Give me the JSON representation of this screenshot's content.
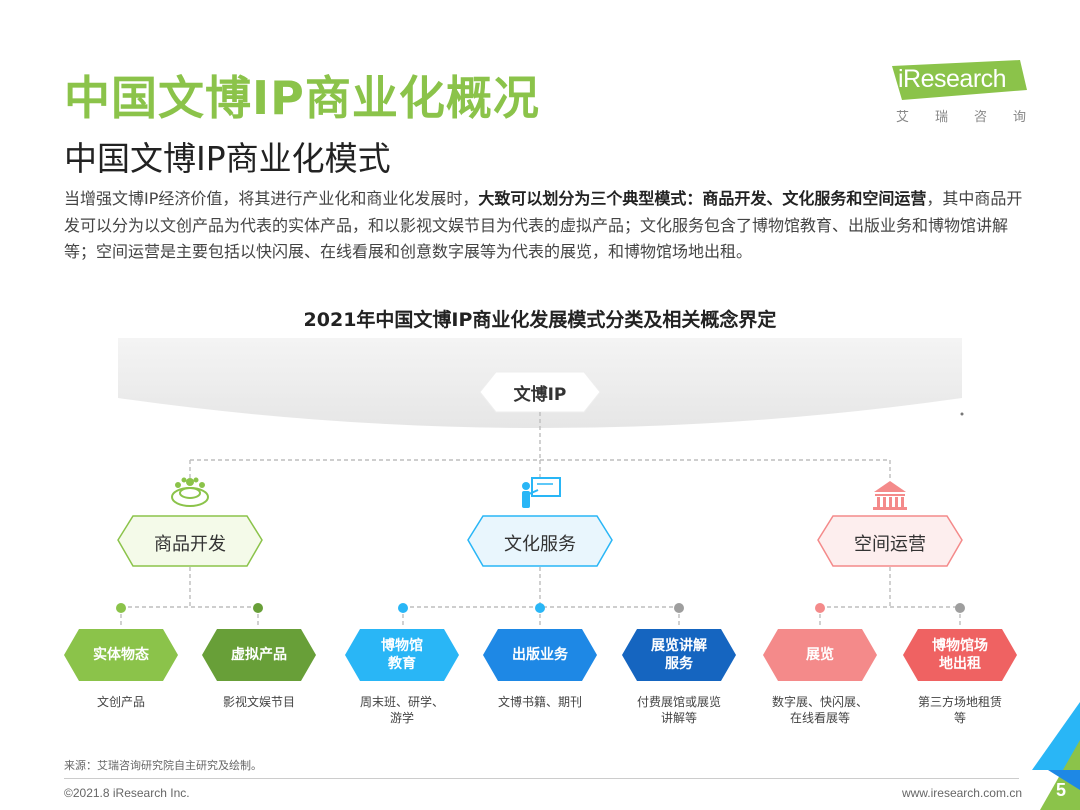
{
  "header": {
    "title": "中国文博IP商业化概况",
    "subtitle": "中国文博IP商业化模式"
  },
  "logo": {
    "text": "iResearch",
    "cn_chars": [
      "艾",
      "瑞",
      "咨",
      "询"
    ]
  },
  "intro": {
    "part1": "当增强文博IP经济价值，将其进行产业化和商业化发展时，",
    "bold": "大致可以划分为三个典型模式：商品开发、文化服务和空间运营",
    "part2": "，其中商品开发可以分为以文创产品为代表的实体产品，和以影视文娱节目为代表的虚拟产品；文化服务包含了博物馆教育、出版业务和博物馆讲解等；空间运营是主要包括以快闪展、在线看展和创意数字展等为代表的展览，和博物馆场地出租。"
  },
  "diagram": {
    "title": "2021年中国文博IP商业化发展模式分类及相关概念界定",
    "root": "文博IP",
    "categories": [
      {
        "label": "商品开发",
        "icon": "product-icon",
        "color": "#8bc34a"
      },
      {
        "label": "文化服务",
        "icon": "teacher-icon",
        "color": "#29b6f6"
      },
      {
        "label": "空间运营",
        "icon": "museum-icon",
        "color": "#f48a8a"
      }
    ],
    "leaves": [
      {
        "label": "实体物态",
        "desc": "文创产品"
      },
      {
        "label": "虚拟产品",
        "desc": "影视文娱节目"
      },
      {
        "label": "博物馆\n教育",
        "desc": "周末班、研学、\n游学"
      },
      {
        "label": "出版业务",
        "desc": "文博书籍、期刊"
      },
      {
        "label": "展览讲解\n服务",
        "desc": "付费展馆或展览\n讲解等"
      },
      {
        "label": "展览",
        "desc": "数字展、快闪展、\n在线看展等"
      },
      {
        "label": "博物馆场\n地出租",
        "desc": "第三方场地租赁\n等"
      }
    ],
    "colors": {
      "green": "#8bc34a",
      "dark_green": "#689f38",
      "light_blue": "#29b6f6",
      "blue": "#1e88e5",
      "dark_blue": "#1565c0",
      "pink": "#f48a8a",
      "red": "#ef6262"
    }
  },
  "footer": {
    "source": "来源：艾瑞咨询研究院自主研究及绘制。",
    "copyright": "©2021.8 iResearch Inc.",
    "website": "www.iresearch.com.cn",
    "page": "5"
  }
}
